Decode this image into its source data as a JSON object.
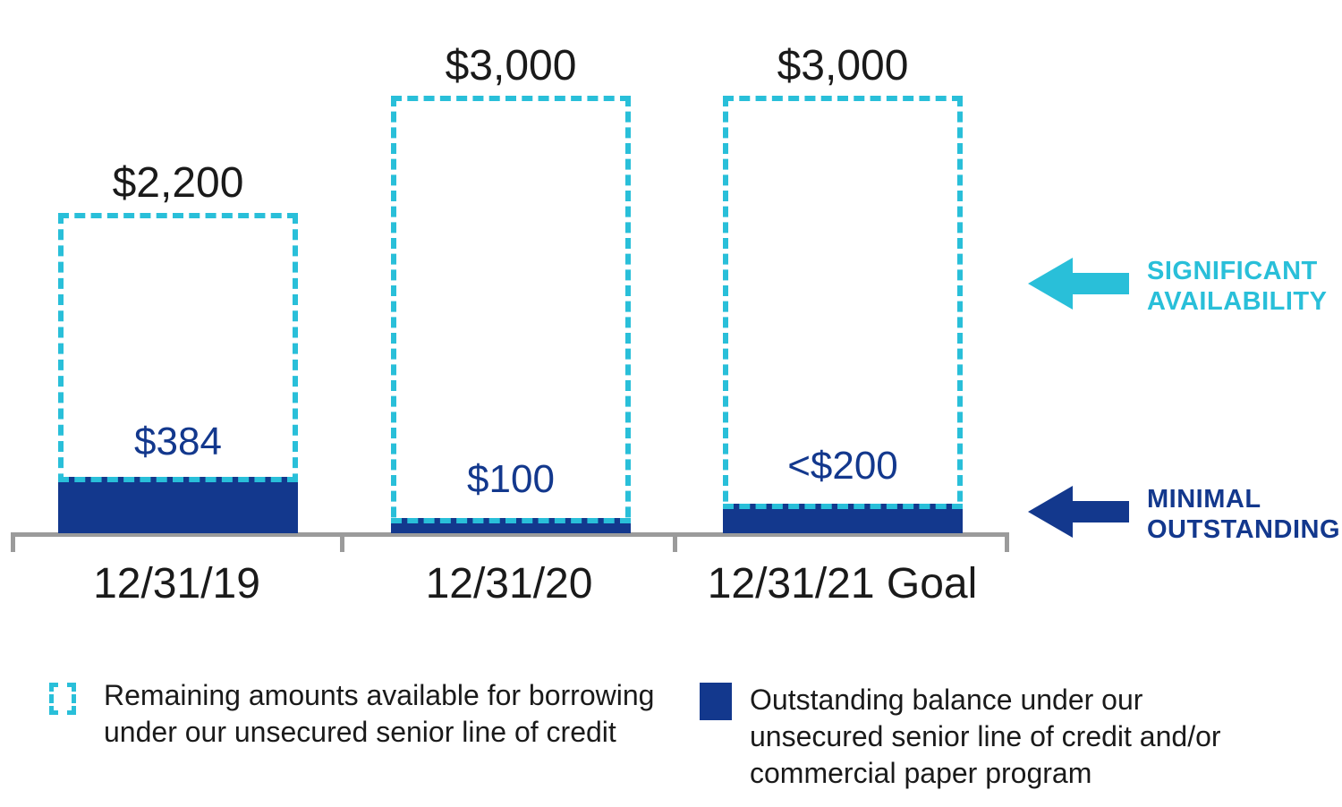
{
  "chart_data": {
    "type": "bar",
    "title": "",
    "categories": [
      "12/31/19",
      "12/31/20",
      "12/31/21 Goal"
    ],
    "bars": [
      {
        "category": "12/31/19",
        "available_value": 2200,
        "available_label": "$2,200",
        "outstanding_value": 384,
        "outstanding_label": "$384"
      },
      {
        "category": "12/31/20",
        "available_value": 3000,
        "available_label": "$3,000",
        "outstanding_value": 100,
        "outstanding_label": "$100"
      },
      {
        "category": "12/31/21 Goal",
        "available_value": 3000,
        "available_label": "$3,000",
        "outstanding_value": 200,
        "outstanding_label": "<$200"
      }
    ],
    "series": [
      {
        "name": "Remaining amounts available for borrowing under our unsecured senior line of credit",
        "style": "dashed-outline",
        "color": "#29BFD9",
        "values": [
          2200,
          3000,
          3000
        ]
      },
      {
        "name": "Outstanding balance under our unsecured senior line of credit and/or commercial paper program",
        "style": "solid",
        "color": "#13388D",
        "values": [
          384,
          100,
          200
        ]
      }
    ],
    "annotations": [
      {
        "line1": "SIGNIFICANT",
        "line2": "AVAILABILITY",
        "color": "#29BFD9",
        "arrow": "left"
      },
      {
        "line1": "MINIMAL",
        "line2": "OUTSTANDING",
        "color": "#13388D",
        "arrow": "left"
      }
    ],
    "layout_hints": {
      "baseline_axis": true,
      "gridlines": false,
      "legend_position": "bottom"
    }
  },
  "legend": {
    "remaining_label": "Remaining amounts available for borrowing under our unsecured senior line of credit",
    "outstanding_label": "Outstanding balance under our unsecured senior line of credit and/or commercial paper program"
  },
  "colors": {
    "cyan": "#29BFD9",
    "navy": "#13388D",
    "axis_gray": "#9B9B9B",
    "text_black": "#1a1a1a"
  }
}
